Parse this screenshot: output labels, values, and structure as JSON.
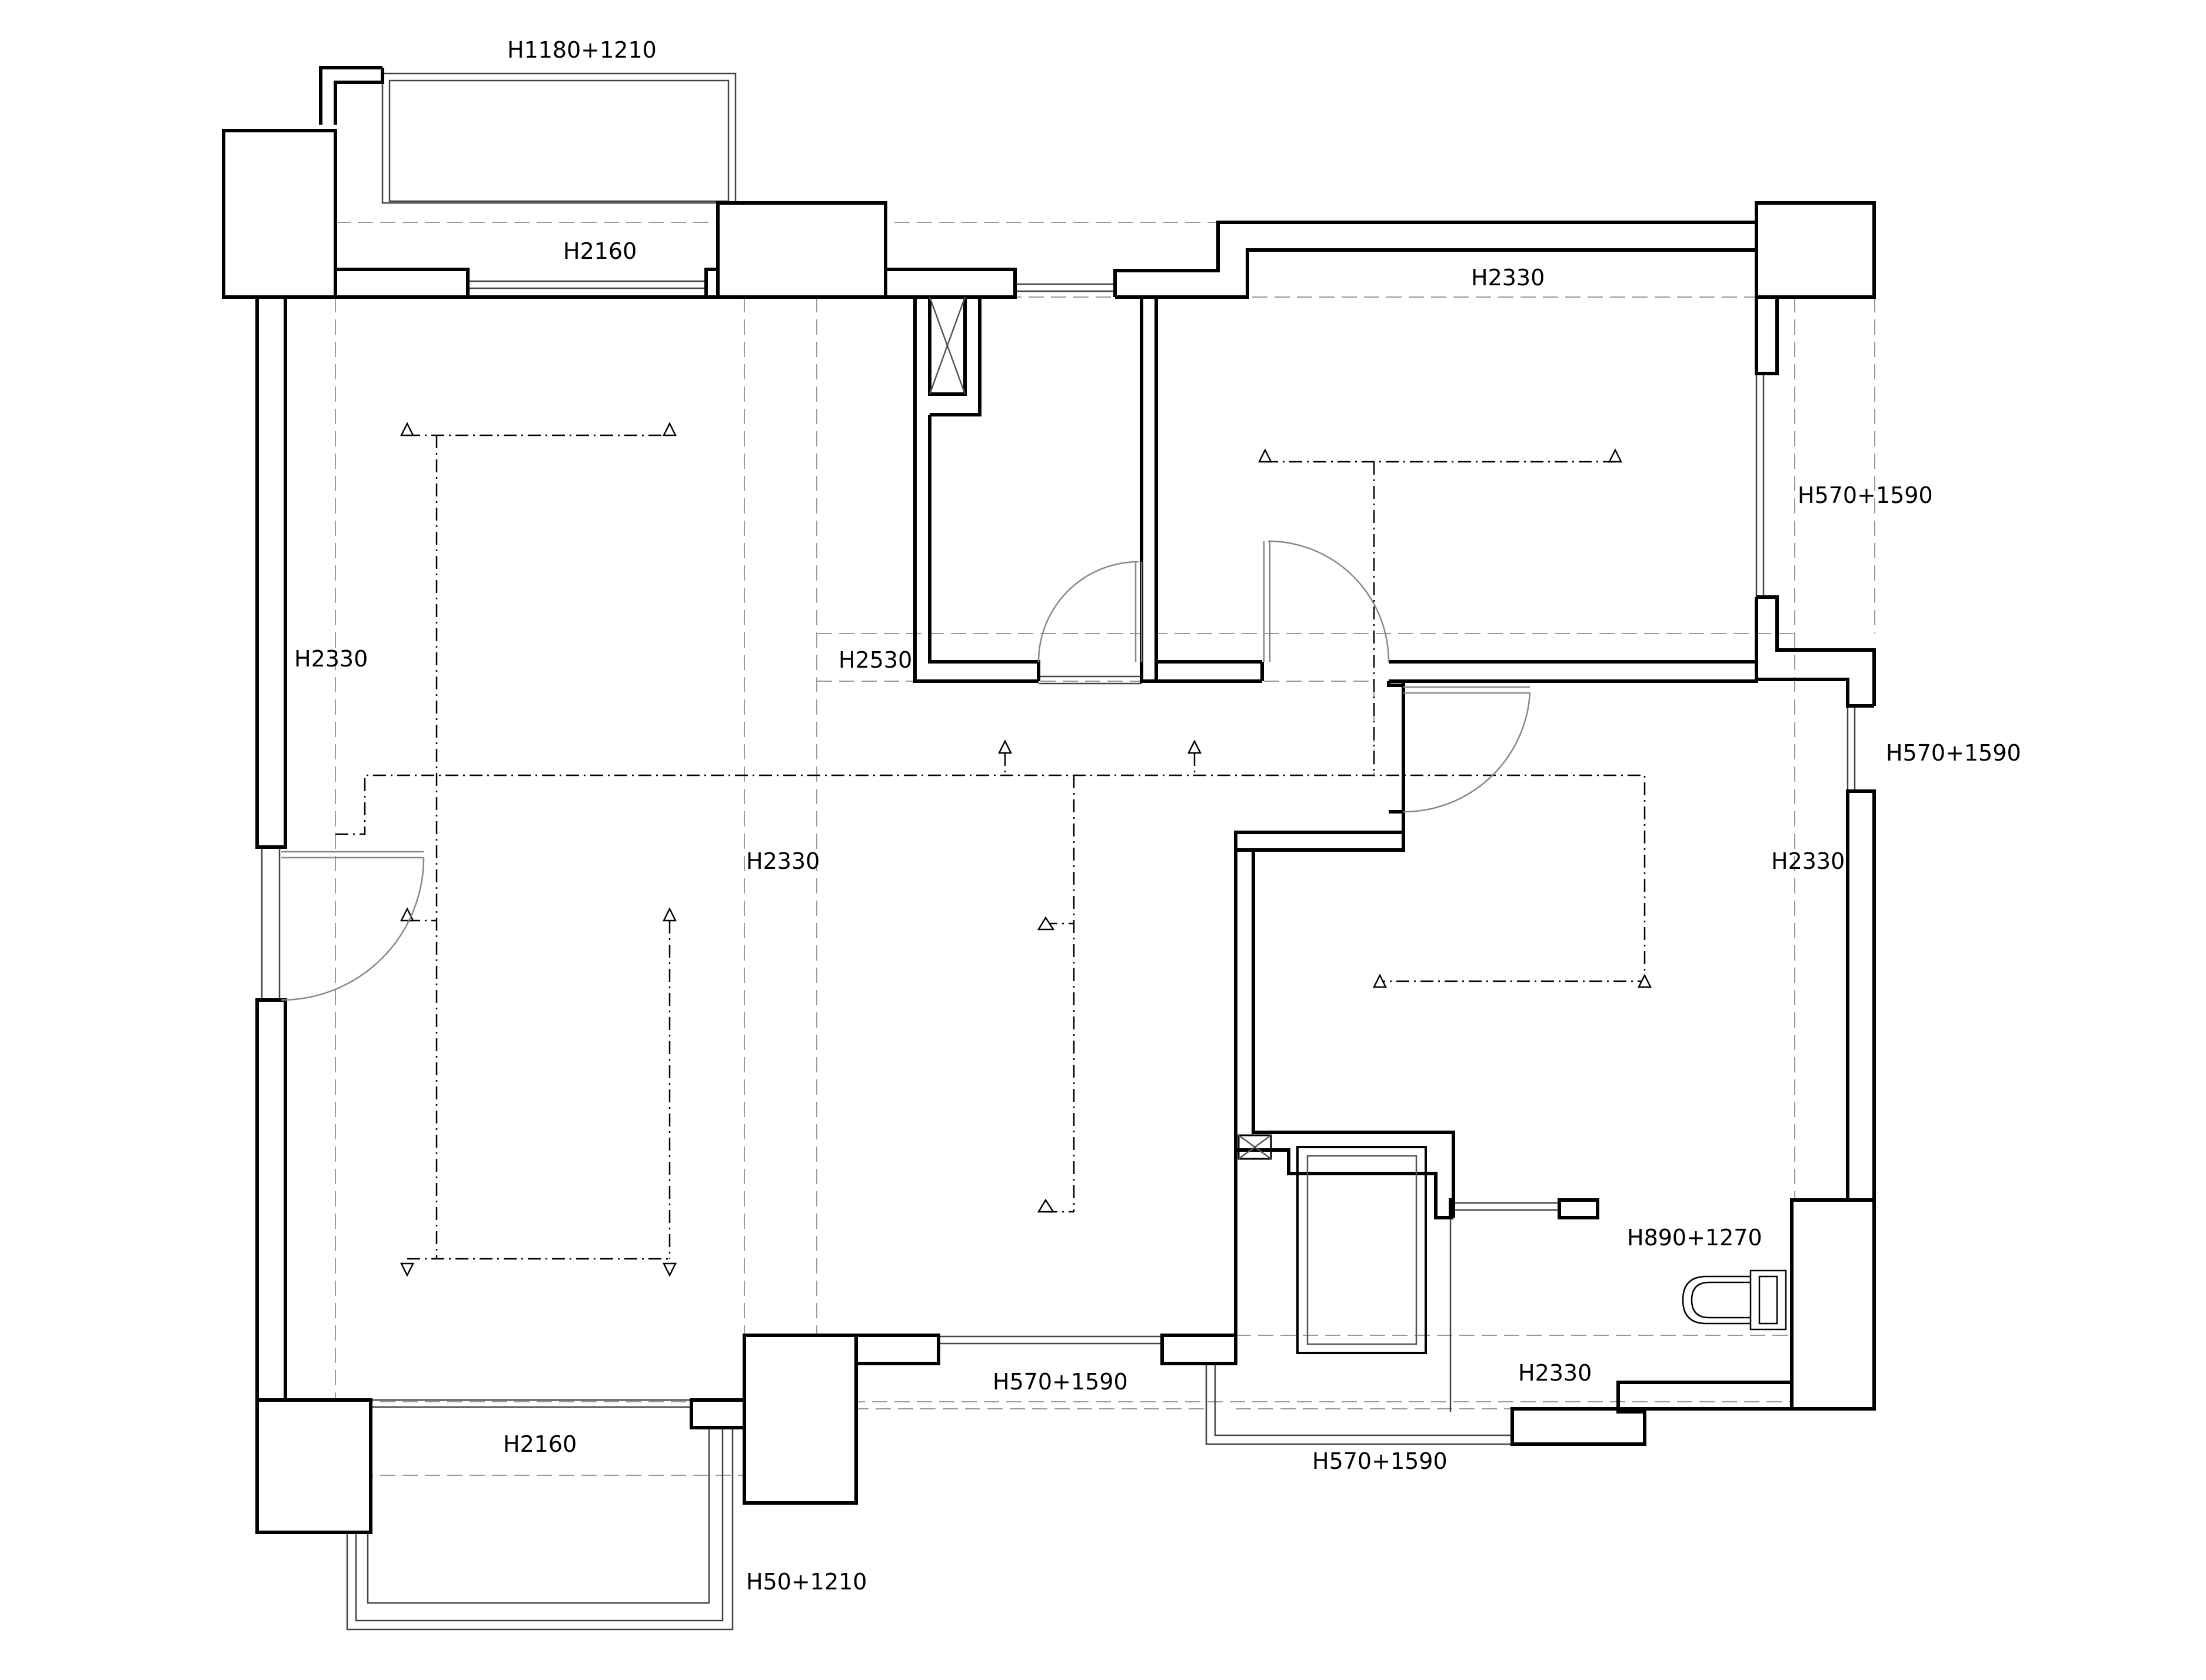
{
  "labels": {
    "top_balcony": "H1180+1210",
    "top_window_left": "H2160",
    "top_bedroom": "H2330",
    "right_upper": "H570+1590",
    "left_wall": "H2330",
    "corridor": "H2530",
    "right_middle": "H570+1590",
    "living_center": "H2330",
    "bedroom2_right": "H2330",
    "bath_window": "H890+1270",
    "bath_bottom": "H2330",
    "bottom_window_middle": "H570+1590",
    "bottom_balcony": "H2160",
    "bottom_window_right": "H570+1590",
    "bottom_balcony_rail": "H50+1210"
  }
}
